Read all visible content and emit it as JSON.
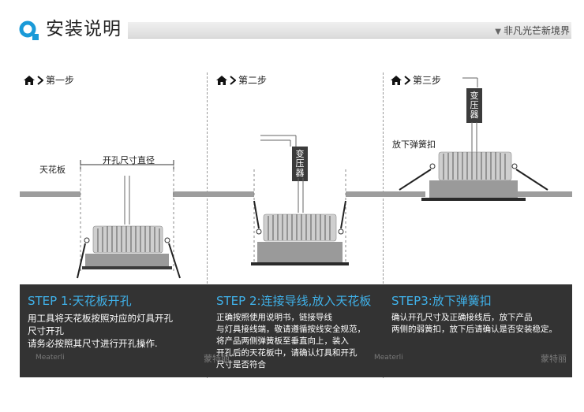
{
  "header": {
    "title": "安装说明",
    "slogan": "非凡光芒新境界"
  },
  "steps": [
    {
      "label": "第一步",
      "ceiling_label": "天花板",
      "hole_label": "开孔尺寸直径",
      "title": "STEP 1:天花板开孔",
      "lines": [
        "用工具将天花板按照对应的灯具开孔",
        "尺寸开孔",
        "请务必按照其尺寸进行开孔操作."
      ],
      "watermark": "Meaterli"
    },
    {
      "label": "第二步",
      "transformer": "变压器",
      "title": "STEP 2:连接导线,放入天花板",
      "lines": [
        "正确按照使用说明书，链接导线",
        "与灯具接线端，敬请遵循按线安全规范，",
        "将产品两侧弹簧板至垂直向上，装入",
        "开孔后的天花板中，请确认灯具和开孔",
        "尺寸是否符合"
      ],
      "watermark": "蒙特丽"
    },
    {
      "label": "第三步",
      "transformer": "变压器",
      "spring_label": "放下弹簧扣",
      "title": "STEP3:放下弹簧扣",
      "lines": [
        "确认开孔尺寸及正确接线后，放下产品",
        "两侧的弱簧扣，放下后请确认是否安装稳定。"
      ],
      "watermark": "Meaterli",
      "watermark2": "蒙特丽"
    }
  ]
}
